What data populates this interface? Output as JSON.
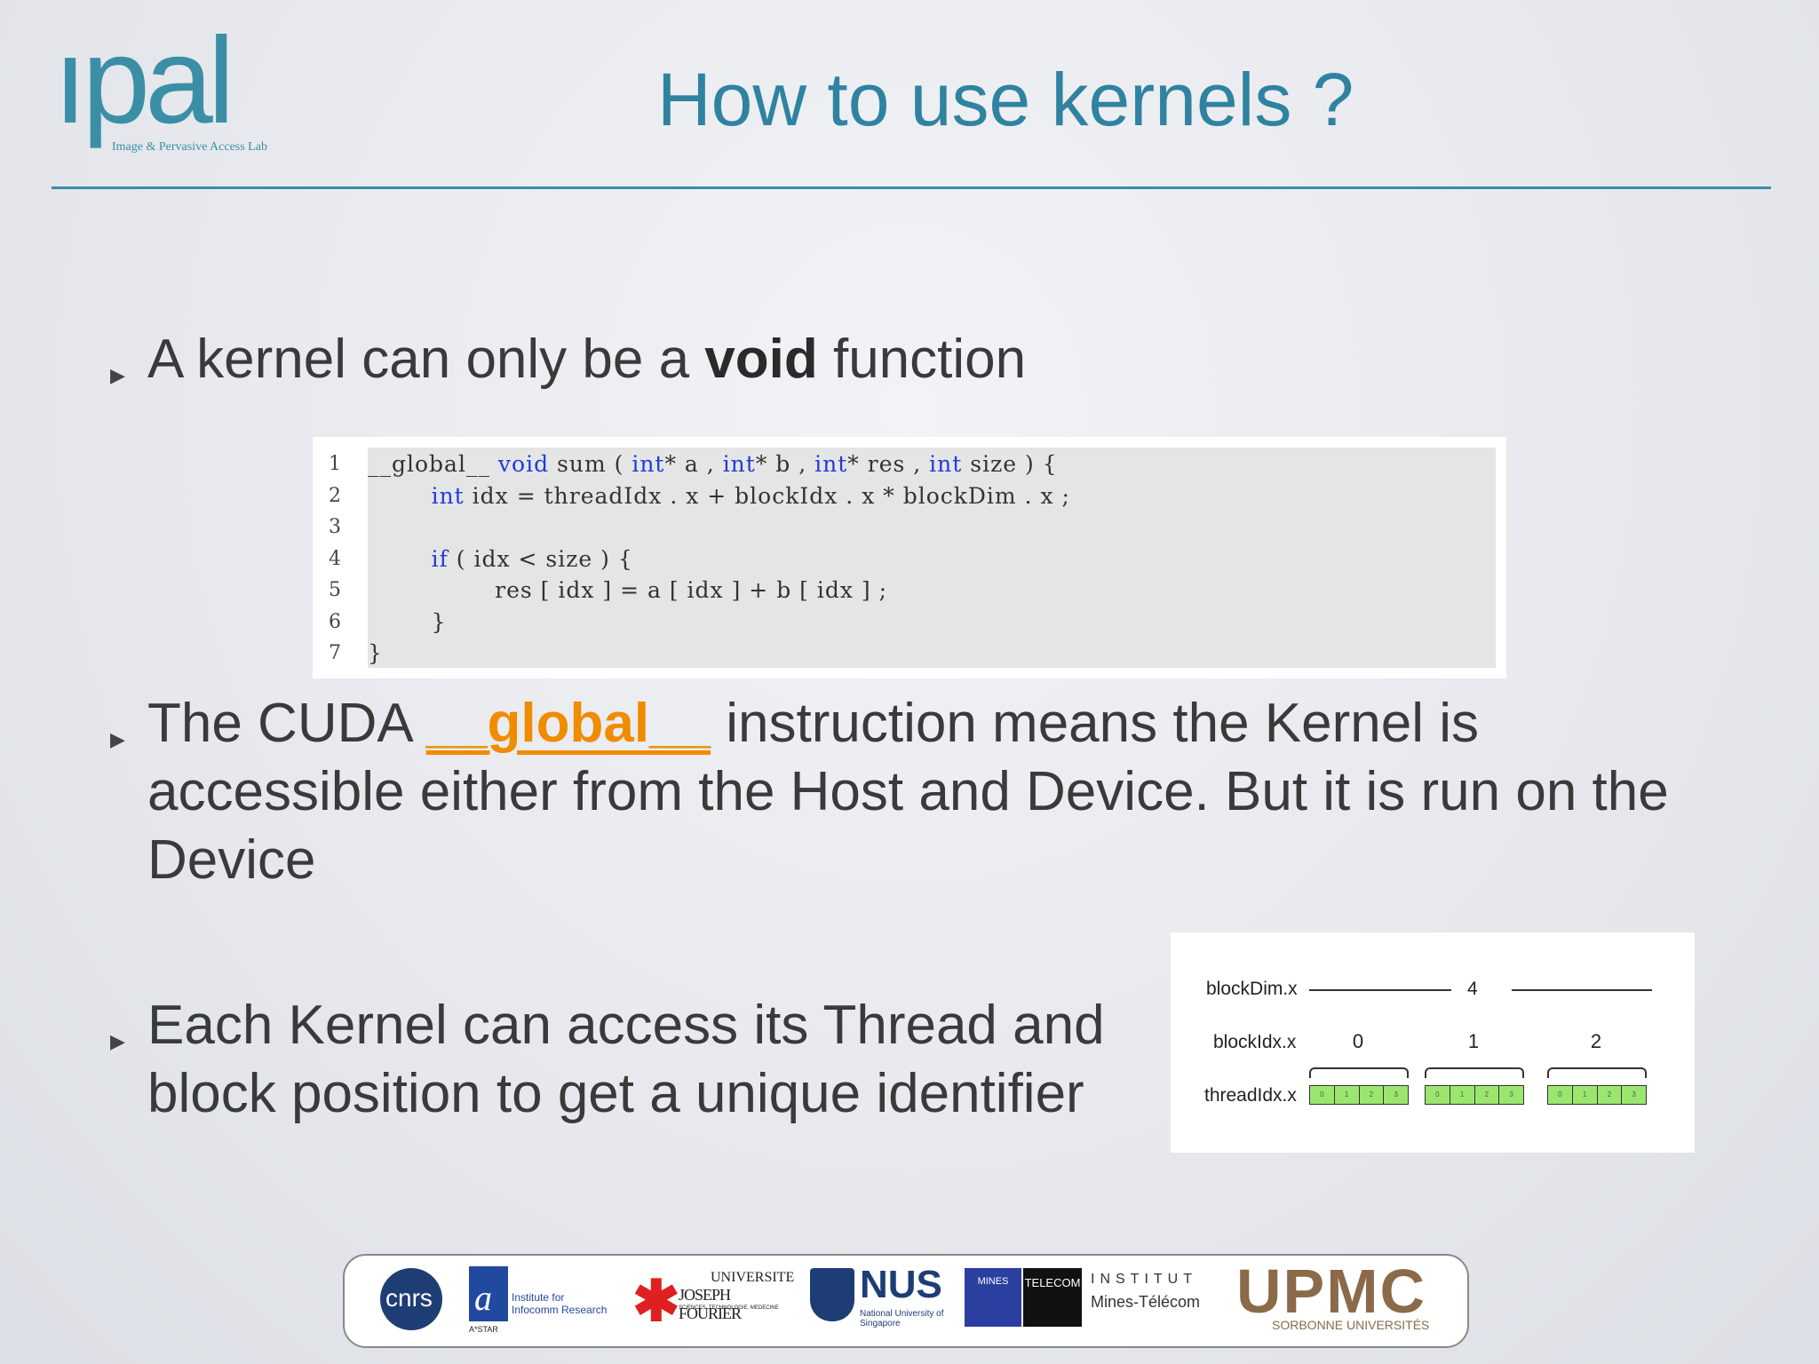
{
  "logo": {
    "word": "ıpal",
    "subtitle": "Image & Pervasive Access Lab"
  },
  "title": "How to use kernels ?",
  "bullets": {
    "b1": {
      "pre": "A kernel can only be a ",
      "strong": "void",
      "post": " function"
    },
    "b2": {
      "pre": "The CUDA ",
      "highlight": "__global__",
      "post": " instruction means the Kernel is accessible either from the Host and Device. But it is run on the Device"
    },
    "b3": {
      "text": "Each Kernel can access its Thread and block position to get a unique identifier"
    }
  },
  "code": {
    "line_numbers": [
      "1",
      "2",
      "3",
      "4",
      "5",
      "6",
      "7"
    ],
    "lines": [
      [
        {
          "t": "__global__ ",
          "k": false
        },
        {
          "t": "void",
          "k": true
        },
        {
          "t": " sum ( ",
          "k": false
        },
        {
          "t": "int",
          "k": true
        },
        {
          "t": "* a , ",
          "k": false
        },
        {
          "t": "int",
          "k": true
        },
        {
          "t": "* b , ",
          "k": false
        },
        {
          "t": "int",
          "k": true
        },
        {
          "t": "* res , ",
          "k": false
        },
        {
          "t": "int",
          "k": true
        },
        {
          "t": " size ) {",
          "k": false
        }
      ],
      [
        {
          "t": "        ",
          "k": false
        },
        {
          "t": "int",
          "k": true
        },
        {
          "t": " idx = threadIdx . x + blockIdx . x * blockDim . x ;",
          "k": false
        }
      ],
      [],
      [
        {
          "t": "        ",
          "k": false
        },
        {
          "t": "if",
          "k": true
        },
        {
          "t": " ( idx < size ) {",
          "k": false
        }
      ],
      [
        {
          "t": "                res [ idx ] = a [ idx ] + b [ idx ] ;",
          "k": false
        }
      ],
      [
        {
          "t": "        }",
          "k": false
        }
      ],
      [
        {
          "t": "}",
          "k": false
        }
      ]
    ]
  },
  "diagram": {
    "blockDim_label": "blockDim.x",
    "blockDim_value": "4",
    "blockIdx_label": "blockIdx.x",
    "blockIdx_values": [
      "0",
      "1",
      "2"
    ],
    "threadIdx_label": "threadIdx.x",
    "thread_values": [
      "0",
      "1",
      "2",
      "3"
    ],
    "thread_color": "#9be66f"
  },
  "footer": {
    "cnrs": "cnrs",
    "astar": "A*STAR",
    "i2r": "Institute for Infocomm Research",
    "ujf_top": "UNIVERSITE",
    "ujf_name": "JOSEPH FOURIER",
    "ujf_sub": "SCIENCES. TECHNOLOGIE. MEDECINE",
    "nus": "NUS",
    "nus_sub": "National University of Singapore",
    "mines": "MINES",
    "telecom": "TELECOM",
    "institut": "INSTITUT",
    "mines_telecom": "Mines-Télécom",
    "upmc": "UPMC",
    "sorbonne": "SORBONNE UNIVERSITÉS"
  }
}
